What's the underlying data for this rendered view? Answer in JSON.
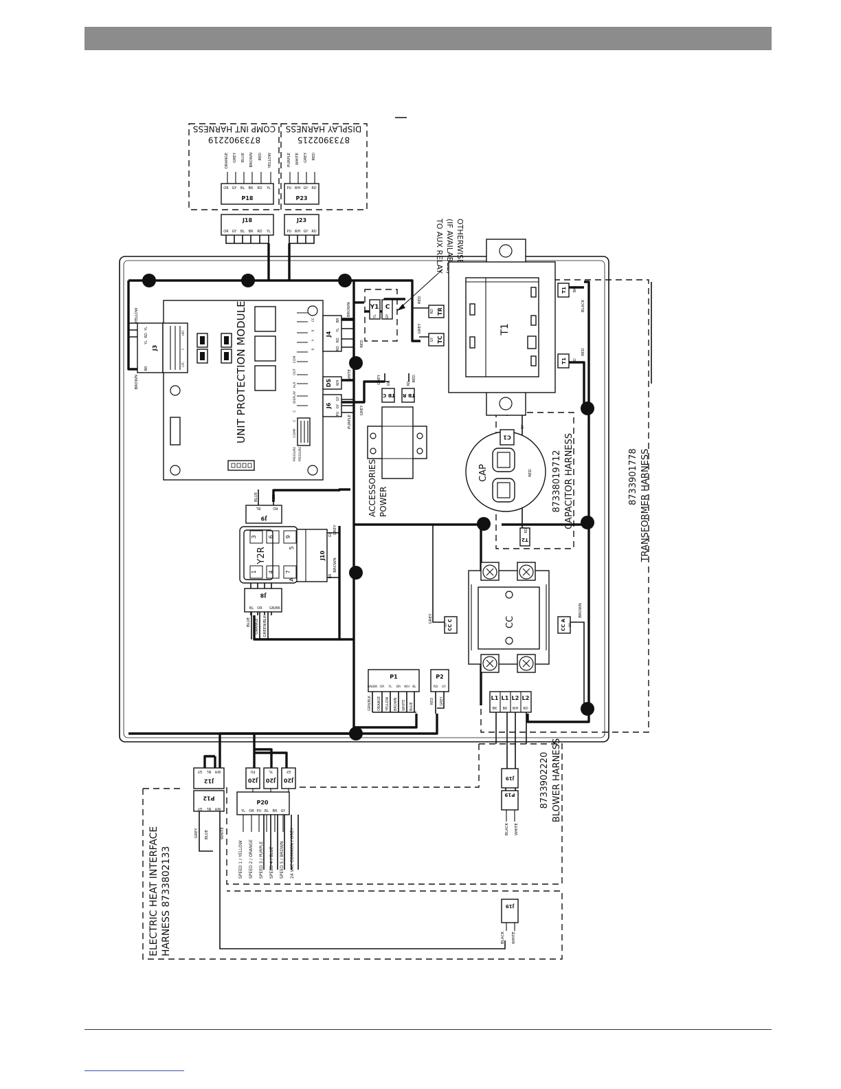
{
  "harnesses": {
    "comp_int": {
      "title": "COMP INT HARNESS",
      "part": "8733902219",
      "connector": "P18",
      "mate": "J18",
      "wires": [
        "ORANGE",
        "GREY",
        "BLUE",
        "BROWN",
        "RED",
        "YELLOW"
      ],
      "pins": [
        "OR",
        "GY",
        "BL",
        "BR",
        "RD",
        "YL"
      ]
    },
    "display": {
      "title": "DISPLAY HARNESS",
      "part": "8733902215",
      "connector": "P23",
      "mate": "J23",
      "wires": [
        "PURPLE",
        "WHITE",
        "GREY",
        "RED"
      ],
      "pins": [
        "PU",
        "WH",
        "GY",
        "RD"
      ]
    },
    "transformer": {
      "title": "TRANSFORMER HARNESS",
      "part": "8733901778"
    },
    "capacitor": {
      "title": "CAPACITOR HARNESS",
      "part": "87338019712"
    },
    "blower": {
      "title": "BLOWER HARNESS",
      "part": "8733902220"
    },
    "electric_heat": {
      "line1": "ELECTRIC HEAT INTERFACE",
      "line2": "HARNESS 8733802133"
    }
  },
  "aux_relay_note": [
    "TO AUX RELAY",
    "(IF AVAILABLE)",
    "OTHERWISE LOOSE"
  ],
  "module": {
    "title": "UNIT PROTECTION MODULE",
    "j3_label": "J3",
    "j3_pins": [
      "YL",
      "RD",
      "YL"
    ],
    "j3_bottom": "BR",
    "j4_label": "J4",
    "j4_pins": [
      "RD",
      "RD",
      "YL",
      "BR"
    ],
    "j6_label": "J6",
    "j6_pins": [
      "PU",
      "GY",
      "GY"
    ],
    "ds_label": "DS",
    "ds_pin": "WH",
    "small_labels": [
      "CC",
      "R",
      "Y",
      "R",
      "OUT",
      "COM",
      "ALR",
      "DISPLAY",
      "C",
      "C",
      "COMP",
      "PRESSURE",
      "PRESSURE"
    ],
    "mini_labels": [
      "HPC",
      "Y",
      "LPC"
    ]
  },
  "wire_labels": {
    "yellow": "YELLOW",
    "brown": "BROWN",
    "red": "RED",
    "white": "WHITE",
    "grey": "GREY",
    "purple": "PURPLE",
    "black": "BLACK",
    "blue": "BLUE",
    "green_blk": "GREEN/BLK",
    "orange": "ORANGE"
  },
  "relay_y1c": {
    "y1": "Y1",
    "c": "C",
    "y1_pin": "YL",
    "c_pin": "GY"
  },
  "terminals": {
    "tr": "TR",
    "tc": "TC",
    "tr_pin": "RD",
    "tc_pin": "GY",
    "tb_c": "TB C",
    "tb_r": "TB R",
    "tb_c_pin": "GY",
    "tb_r_pin": "RD",
    "t1_bk": "T1",
    "t1_rd": "T1",
    "t1_bk_pin": "BK",
    "t1_rd_pin": "RD",
    "c1": "C1",
    "c1_pin": "GY",
    "t2": "T2",
    "t2_pin": "RD",
    "cc_c": "CC C",
    "cc_c_pin": "GY",
    "cc_a": "CC A",
    "cc_a_pin": "BR",
    "l_terms": [
      "L1",
      "L1",
      "L2",
      "L2"
    ],
    "l_pins": [
      "BK",
      "BK",
      "WH",
      "RD"
    ]
  },
  "components": {
    "transformer": "T1",
    "capacitor": "CAP",
    "contactor": "CC",
    "accessories_line1": "ACCESSORIES",
    "accessories_line2": "POWER",
    "y2r": "Y2R",
    "y2r_pins": [
      "3",
      "6",
      "9",
      "5",
      "1",
      "4",
      "7",
      "A"
    ],
    "j9": "J9",
    "j9_pins": [
      "BL",
      "RD"
    ],
    "j10": "J10",
    "j10_pins": [
      "GY",
      "BR"
    ],
    "j8": "J8",
    "j8_pins": [
      "BL",
      "OR",
      "GN/BK"
    ]
  },
  "p1": {
    "label": "P1",
    "pins": [
      "GN/BK",
      "OR",
      "YL",
      "BR",
      "WH",
      "BL"
    ],
    "wires": [
      "GRN/BLK",
      "ORANGE",
      "YELLOW",
      "BROWN",
      "WHITE",
      "BLUE"
    ]
  },
  "p2": {
    "label": "P2",
    "pins": [
      "RD",
      "GY"
    ],
    "wires": [
      "RED",
      "GREY"
    ]
  },
  "bottom": {
    "j12": "J12",
    "j12_pins": [
      "GY",
      "BL",
      "WH"
    ],
    "p12": "P12",
    "p12_pins": [
      "GY",
      "BL",
      "WH"
    ],
    "p12_wires": [
      "GREY",
      "BLUE",
      "WHITE"
    ],
    "j20_labels": [
      "J20",
      "J20",
      "J20"
    ],
    "j20_pins": [
      "PU",
      "YL",
      "GY"
    ],
    "p20": "P20",
    "p20_pins": [
      "YL",
      "OR",
      "PU",
      "BL",
      "BR",
      "GY"
    ],
    "speeds": [
      "SPEED 1 / YELLOW",
      "SPEED 2 / ORANGE",
      "SPEED 3 / PURPLE",
      "SPEED 4 / BLUE",
      "SPEED 5 / BROWN",
      "24 VAC COMMON / GREY"
    ],
    "j19": "J19",
    "p19": "P19",
    "p19_wires": [
      "BLACK",
      "WHITE"
    ],
    "j19b": "J19",
    "j19b_wires": [
      "BLACK",
      "WHITE"
    ]
  }
}
